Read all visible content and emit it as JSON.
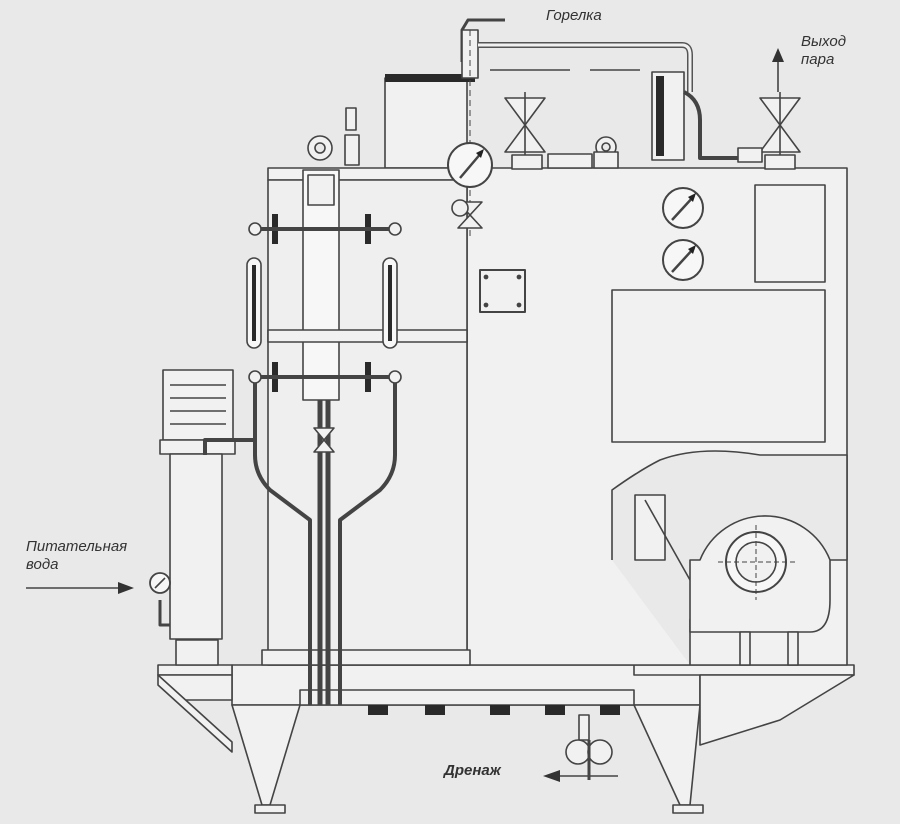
{
  "labels": {
    "burner": "Горелка",
    "steam_outlet": [
      "Выход",
      "пара"
    ],
    "feed_water": [
      "Питательная",
      "вода"
    ],
    "drain": "Дренаж"
  },
  "colors": {
    "background": "#e9e9e9",
    "line": "#444444",
    "fill_light": "#f1f1f1",
    "fill_mid": "#d6d6d6",
    "fill_dark": "#2a2a2a"
  },
  "icons": [
    "arrow-up-icon",
    "arrow-right-icon",
    "arrow-left-icon",
    "pressure-gauge-icon",
    "valve-icon",
    "fan-icon"
  ]
}
